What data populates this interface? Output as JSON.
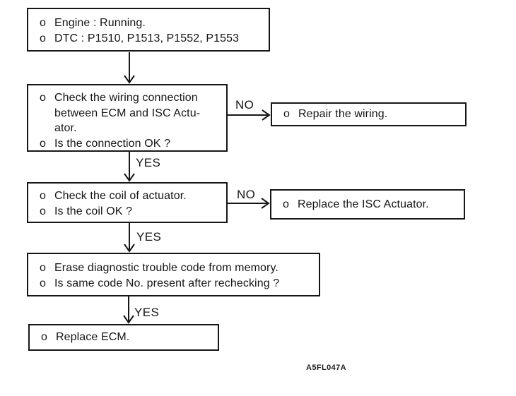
{
  "figure": {
    "code_label": "A5FL047A",
    "line_color": "#161616",
    "background": "#ffffff"
  },
  "labels": {
    "yes": "YES",
    "no": "NO"
  },
  "boxes": [
    {
      "name": "start-conditions",
      "lines": [
        {
          "bullet": "o",
          "text": "Engine : Running."
        },
        {
          "bullet": "o",
          "text": "DTC : P1510, P1513, P1552, P1553"
        }
      ]
    },
    {
      "name": "check-wiring-connection",
      "lines": [
        {
          "bullet": "o",
          "text": "Check the wiring connection"
        },
        {
          "bullet": "",
          "text": "between ECM and ISC Actu-"
        },
        {
          "bullet": "",
          "text": "ator."
        },
        {
          "bullet": "o",
          "text": "Is the connection OK ?"
        }
      ]
    },
    {
      "name": "repair-wiring",
      "lines": [
        {
          "bullet": "o",
          "text": "Repair the wiring."
        }
      ]
    },
    {
      "name": "check-coil",
      "lines": [
        {
          "bullet": "o",
          "text": "Check the coil of actuator."
        },
        {
          "bullet": "o",
          "text": "Is the coil OK ?"
        }
      ]
    },
    {
      "name": "replace-isc-actuator",
      "lines": [
        {
          "bullet": "o",
          "text": "Replace the ISC Actuator."
        }
      ]
    },
    {
      "name": "erase-dtc",
      "lines": [
        {
          "bullet": "o",
          "text": "Erase diagnostic trouble code from memory."
        },
        {
          "bullet": "o",
          "text": "Is same code No. present after rechecking ?"
        }
      ]
    },
    {
      "name": "replace-ecm",
      "lines": [
        {
          "bullet": "o",
          "text": "Replace ECM."
        }
      ]
    }
  ]
}
